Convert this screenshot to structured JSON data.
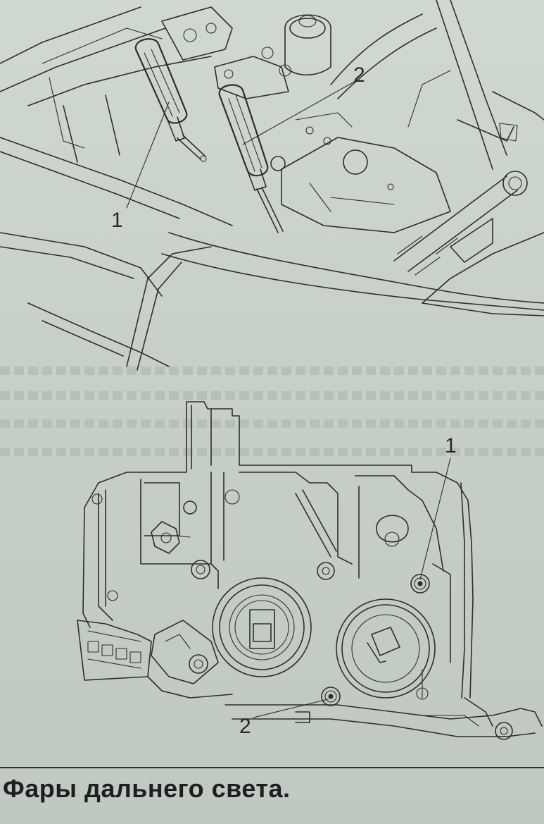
{
  "top_callouts": [
    "1",
    "2"
  ],
  "bottom_callouts": [
    "1",
    "2"
  ],
  "caption": "Фары дальнего света."
}
